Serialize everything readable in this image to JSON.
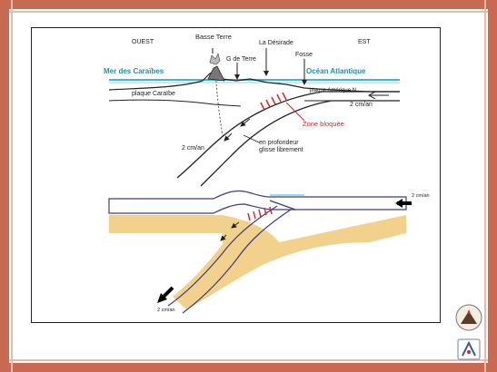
{
  "diagram_top": {
    "west": "OUEST",
    "east": "EST",
    "basse_terre": "Basse Terre",
    "grande_terre": "G de Terre",
    "desirade": "La Désirade",
    "fosse": "Fosse",
    "mer": "Mer des Caraïbes",
    "ocean": "Océan Atlantique",
    "plaque_caraibe": "plaque Caraïbe",
    "plaque_amerique": "plaque Amérique N",
    "rate_right": "2 cm/an",
    "zone_bloquee": "Zone bloquée",
    "rate_left": "2 cm/an",
    "profondeur_line1": "en profondeur",
    "profondeur_line2": "glisse librement"
  },
  "diagram_bottom": {
    "rate_right": "2 cm/an",
    "rate_left": "2 cm/an"
  },
  "colors": {
    "frame": "#c86a52",
    "frame_light": "#e7b9aa",
    "sea_label": "#1f8fa0",
    "water": "#48b6c4",
    "sand": "#f2d18c",
    "fault": "#d5242a",
    "plate_outline": "#3a3a8a",
    "zone_label": "#c0282e"
  },
  "logos": {
    "logo_1": "volcano-logo",
    "logo_2": "institute-logo"
  }
}
